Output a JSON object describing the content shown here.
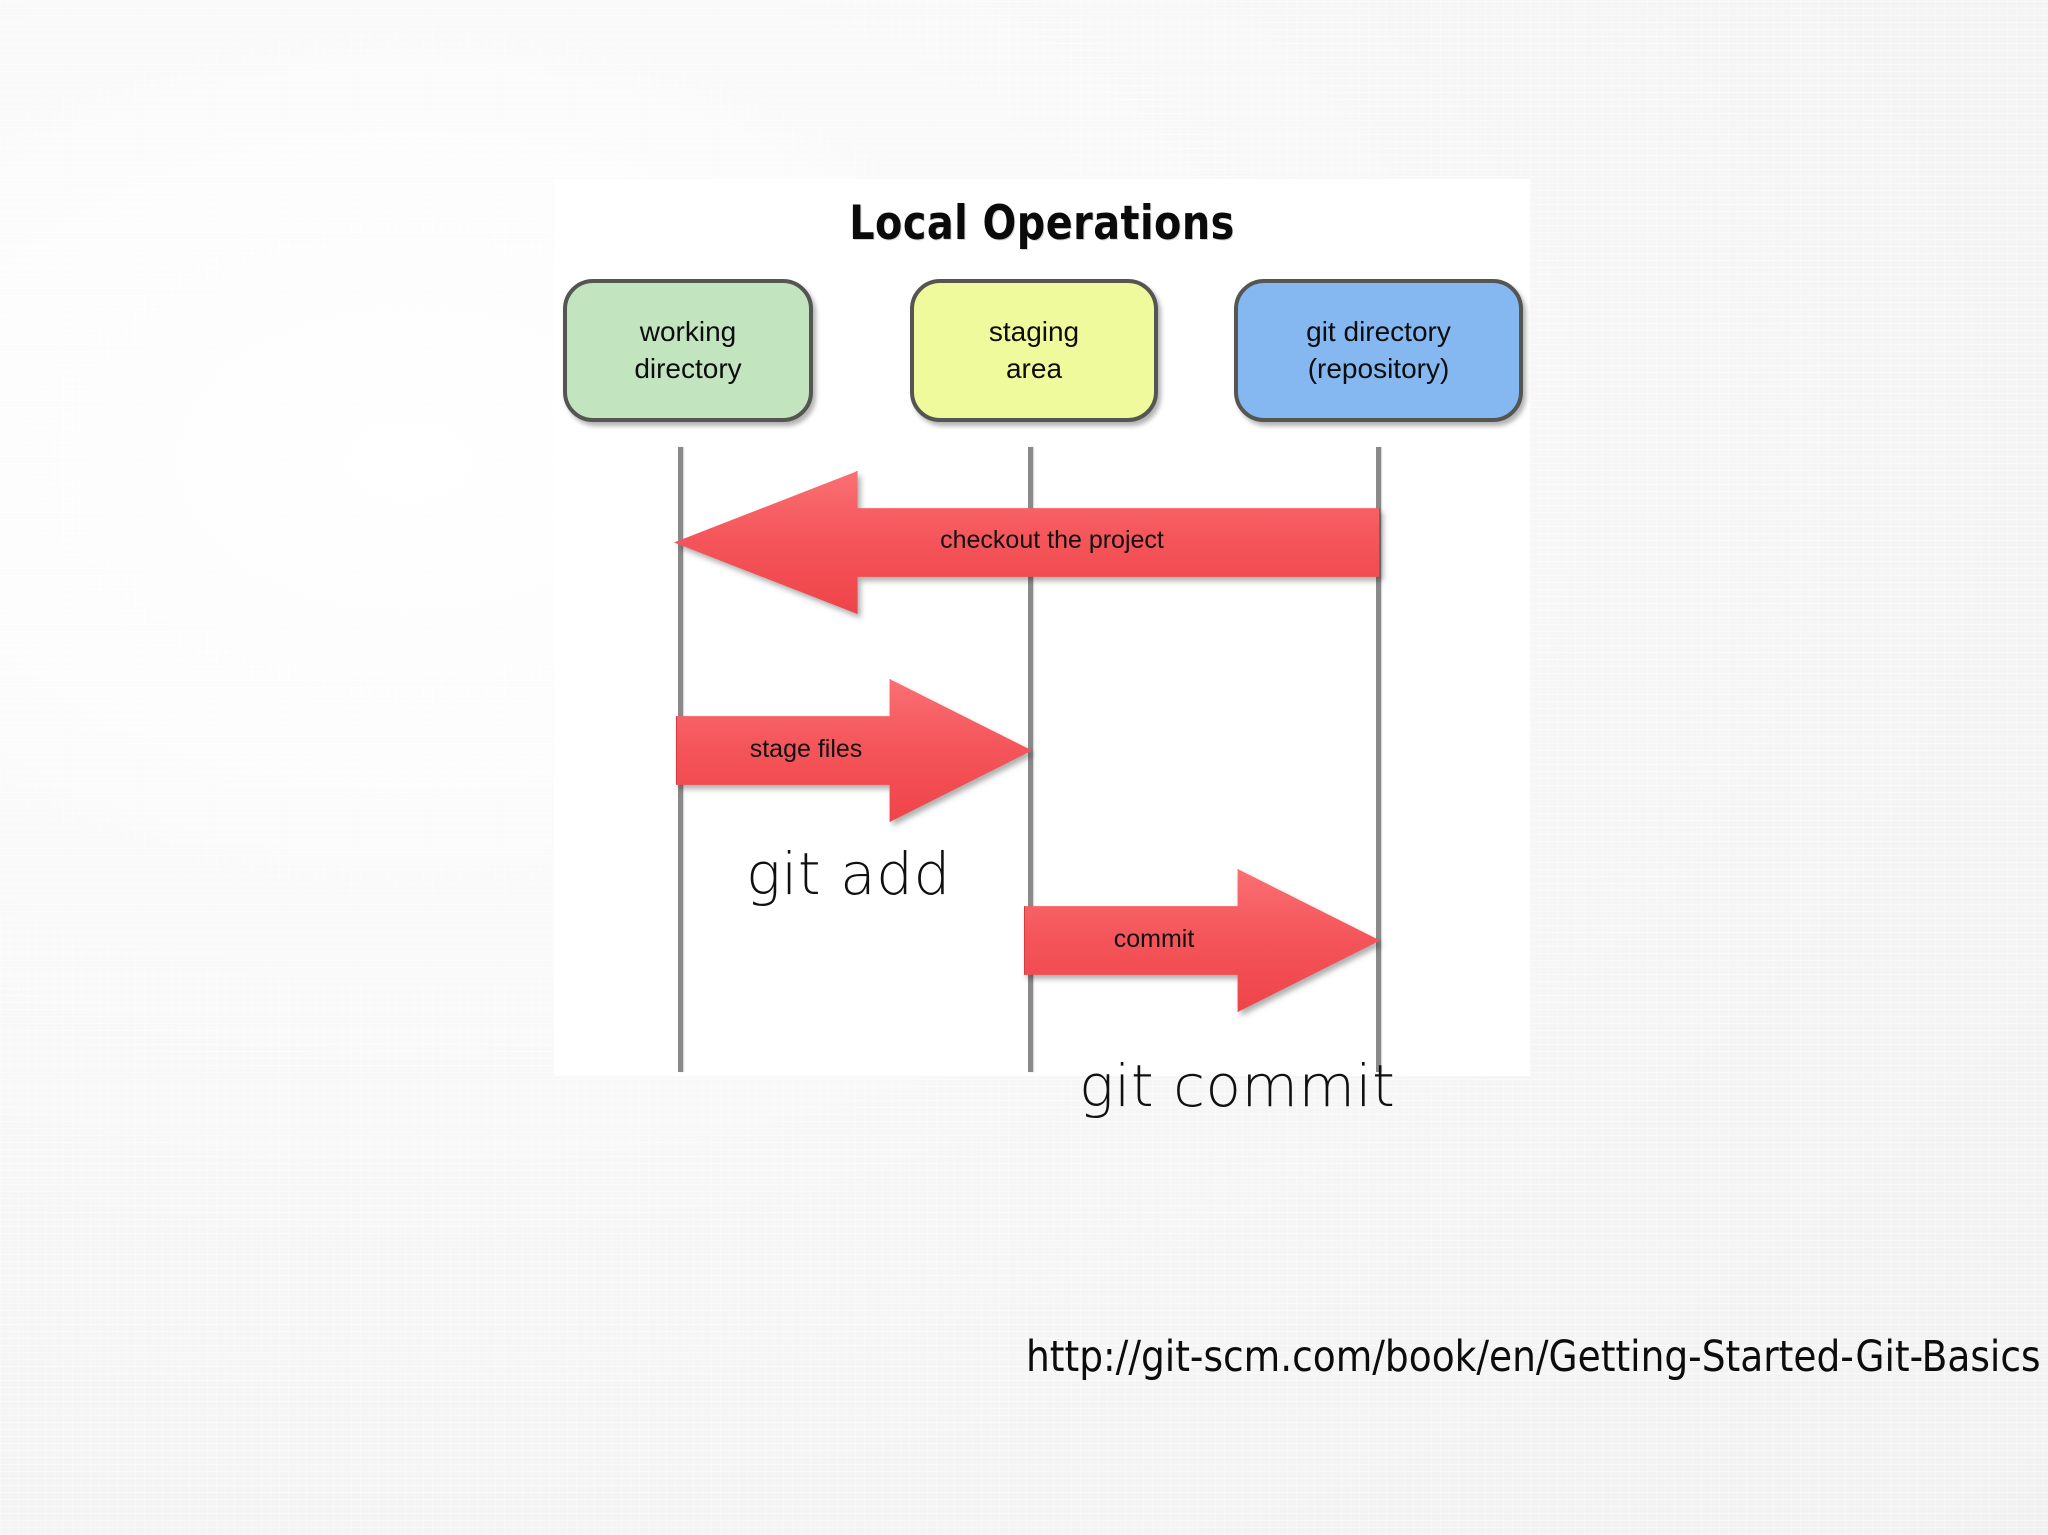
{
  "slide": {
    "background_color": "#f7f7f7",
    "panel_color": "#ffffff",
    "source_url": "http://git-scm.com/book/en/Getting-Started-Git-Basics"
  },
  "diagram": {
    "title": "Local Operations",
    "boxes": [
      {
        "id": "working-directory",
        "line1": "working",
        "line2": "directory",
        "fill": "#c2e4bf",
        "border": "#555552"
      },
      {
        "id": "staging-area",
        "line1": "staging",
        "line2": "area",
        "fill": "#eefa9b",
        "border": "#555552"
      },
      {
        "id": "git-directory",
        "line1": "git directory",
        "line2": "(repository)",
        "fill": "#85b8f0",
        "border": "#555552"
      }
    ],
    "lifeline_color": "#8a8a8a",
    "arrows": [
      {
        "id": "checkout",
        "label": "checkout the project",
        "direction": "left",
        "from": "git-directory",
        "to": "working-directory",
        "fill": "#f4555a"
      },
      {
        "id": "stage-files",
        "label": "stage files",
        "direction": "right",
        "from": "working-directory",
        "to": "staging-area",
        "fill": "#f4555a"
      },
      {
        "id": "commit",
        "label": "commit",
        "direction": "right",
        "from": "staging-area",
        "to": "git-directory",
        "fill": "#f4555a"
      }
    ]
  },
  "captions": {
    "git_add": "git add",
    "git_commit": "git commit"
  }
}
